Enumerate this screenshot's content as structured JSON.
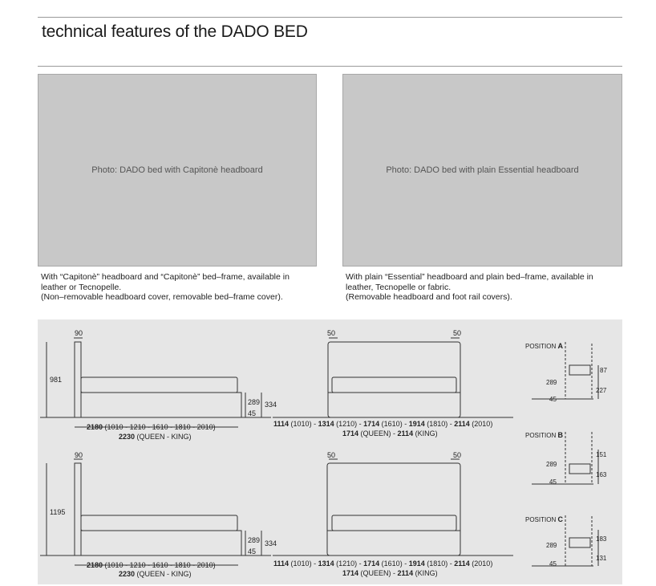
{
  "title": "technical features of the DADO BED",
  "photos": [
    {
      "label": "Photo: DADO bed with Capitonè headboard",
      "caption": [
        "With “Capitonè” headboard and “Capitonè” bed–frame, available in",
        "leather or Tecnopelle.",
        "(Non–removable headboard cover, removable bed–frame cover)."
      ]
    },
    {
      "label": "Photo: DADO bed with plain Essential headboard",
      "caption": [
        "With plain “Essential” headboard and plain bed–frame, available in",
        "leather, Tecnopelle or fabric.",
        "(Removable headboard and foot rail covers)."
      ]
    }
  ],
  "drawings": {
    "row1": {
      "headboard_thickness": "90",
      "height": "981",
      "frame_height": "289",
      "total_height": "334",
      "base_height": "45",
      "length_bold": "2180",
      "length_sizes": "(1010 - 1210 - 1610 - 1810 - 2010)",
      "length_alt_bold": "2230",
      "length_alt_sizes": "(QUEEN - KING)",
      "front_left": "50",
      "front_right": "50"
    },
    "row2": {
      "headboard_thickness": "90",
      "height": "1195",
      "frame_height": "289",
      "total_height": "334",
      "base_height": "45",
      "length_bold": "2180",
      "length_sizes": "(1010 - 1210 - 1610 - 1810 - 2010)",
      "length_alt_bold": "2230",
      "length_alt_sizes": "(QUEEN - KING)",
      "front_left": "50",
      "front_right": "50"
    },
    "widths": [
      {
        "bold": "1114",
        "normal": "(1010)"
      },
      {
        "bold": "1314",
        "normal": "(1210)"
      },
      {
        "bold": "1714",
        "normal": "(1610)"
      },
      {
        "bold": "1914",
        "normal": "(1810)"
      },
      {
        "bold": "2114",
        "normal": "(2010)"
      }
    ],
    "widths_alt": [
      {
        "bold": "1714",
        "normal": "(QUEEN)"
      },
      {
        "bold": "2114",
        "normal": "(KING)"
      }
    ],
    "positions": [
      {
        "label": "POSITION",
        "letter": "A",
        "v1": "289",
        "v2": "45",
        "r1": "87",
        "r2": "227"
      },
      {
        "label": "POSITION",
        "letter": "B",
        "v1": "289",
        "v2": "45",
        "r1": "151",
        "r2": "163"
      },
      {
        "label": "POSITION",
        "letter": "C",
        "v1": "289",
        "v2": "45",
        "r1": "183",
        "r2": "131"
      }
    ]
  }
}
